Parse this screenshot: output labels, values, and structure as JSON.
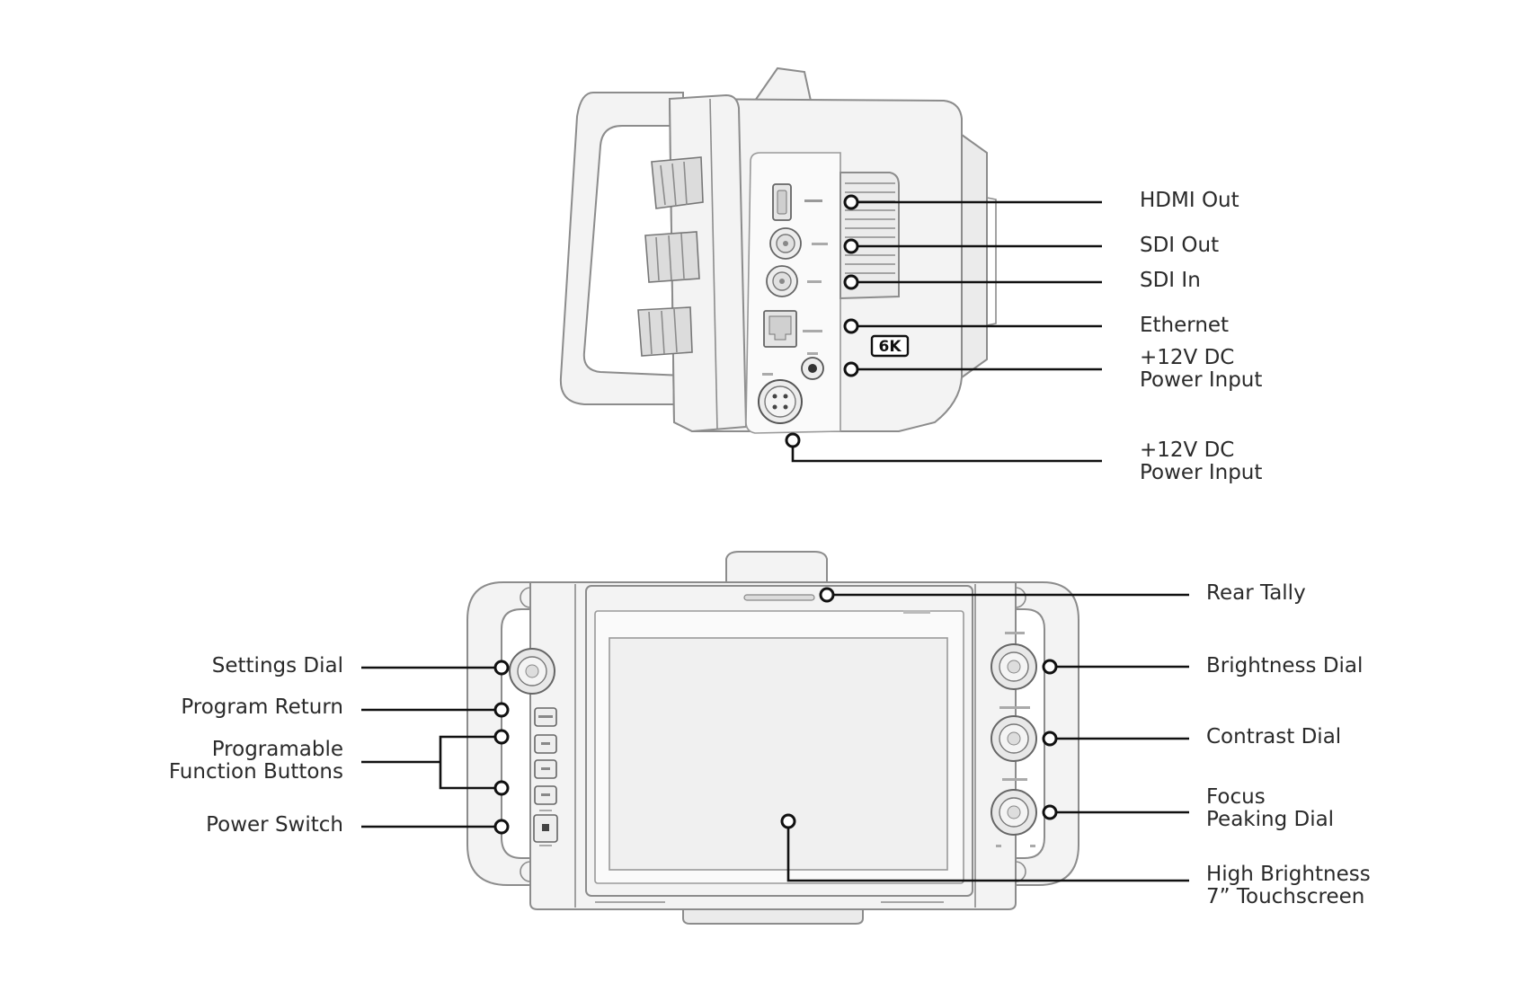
{
  "side_view": {
    "callouts": {
      "hdmi_out": "HDMI Out",
      "sdi_out": "SDI Out",
      "sdi_in": "SDI In",
      "ethernet": "Ethernet",
      "power_12v_line1": "+12V DC",
      "power_12v_line2": "Power Input",
      "power_xlr_line1": "+12V DC",
      "power_xlr_line2": "Power Input"
    },
    "badge": "6K"
  },
  "rear_view": {
    "callouts": {
      "settings_dial": "Settings Dial",
      "program_return": "Program Return",
      "programmable_line1": "Programable",
      "programmable_line2": "Function Buttons",
      "power_switch": "Power Switch",
      "rear_tally": "Rear Tally",
      "brightness_dial": "Brightness Dial",
      "contrast_dial": "Contrast Dial",
      "focus_line1": "Focus",
      "focus_line2": "Peaking Dial",
      "touchscreen_line1": "High Brightness",
      "touchscreen_line2": "7” Touchscreen"
    }
  },
  "colors": {
    "body_stroke": "#8c8c8c",
    "body_fill": "#f2f2f2",
    "callout_line": "#111111",
    "label_text": "#2a2a2a"
  }
}
